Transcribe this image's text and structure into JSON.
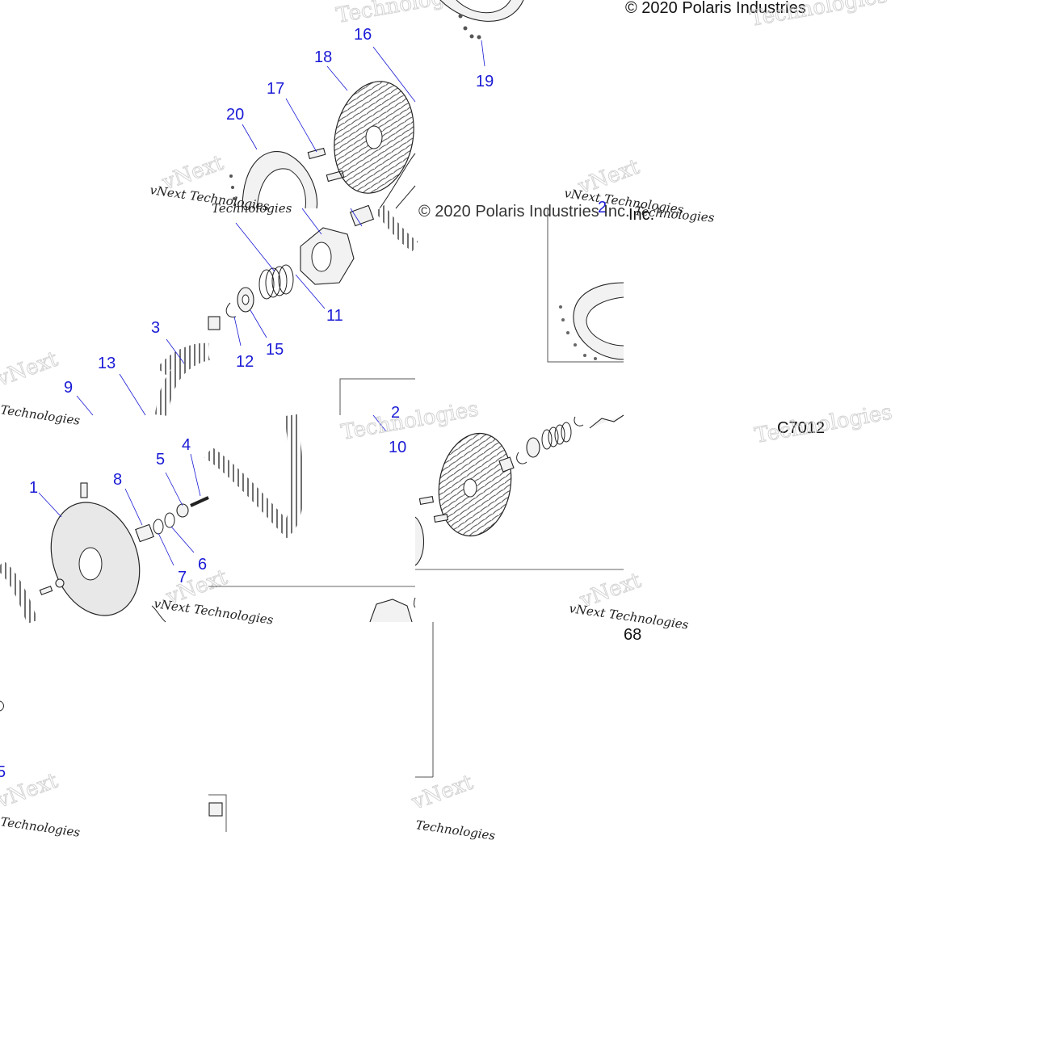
{
  "copyright": [
    "© 2020 Polaris Industries",
    "© 2020 Polaris Industries Inc."
  ],
  "inc_fragment": "Inc.",
  "diagram_code": "C7012",
  "fragment_68": "68",
  "watermark": {
    "vnext": "vNext",
    "technologies": "Technologies",
    "small": "vNext Technologies"
  },
  "callouts": {
    "c1": "1",
    "c2": "2",
    "c3": "3",
    "c4": "4",
    "c5": "5",
    "c6": "6",
    "c7": "7",
    "c8": "8",
    "c9": "9",
    "c10": "10",
    "c11": "11",
    "c12": "12",
    "c13": "13",
    "c15": "15",
    "c16": "16",
    "c17": "17",
    "c18": "18",
    "c19": "19",
    "c20": "20"
  },
  "colors": {
    "callout": "#1a1ad6",
    "line": "#222222",
    "watermark": "#c9c9c9"
  }
}
